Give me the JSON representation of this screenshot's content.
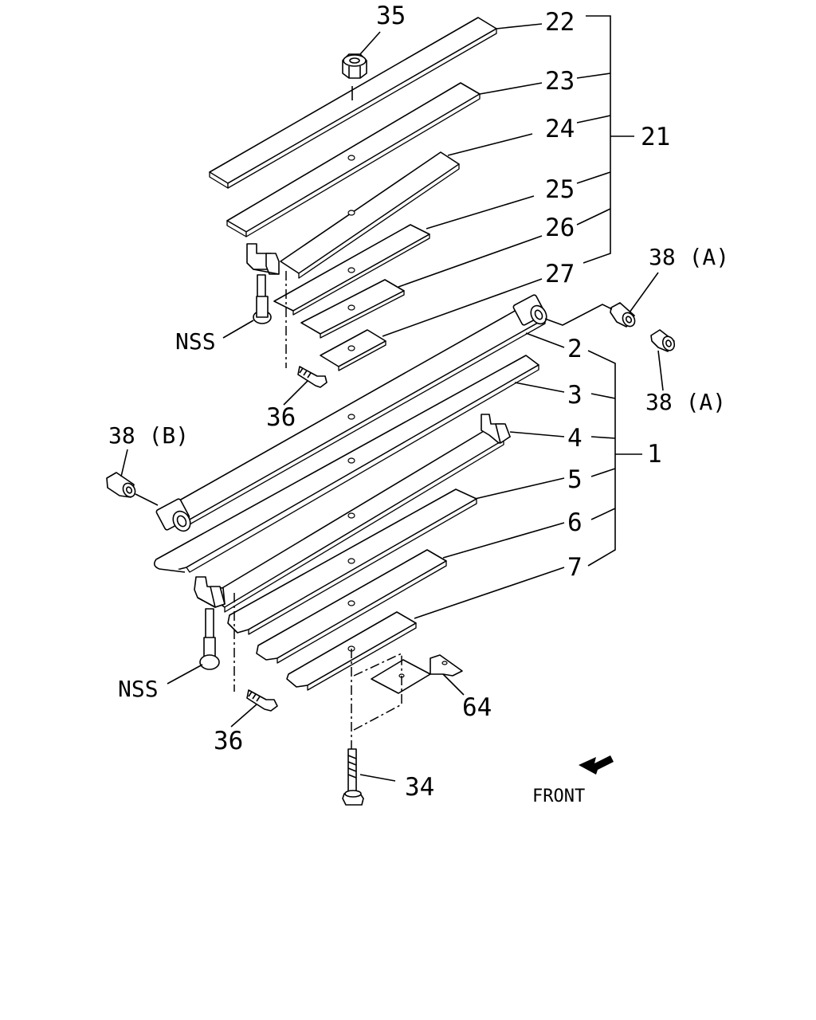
{
  "diagram": {
    "type": "exploded parts diagram",
    "callouts": {
      "c35": "35",
      "c22": "22",
      "c23": "23",
      "c24": "24",
      "c25": "25",
      "c26": "26",
      "c27": "27",
      "c21": "21",
      "c38a_top": "38 (A)",
      "c38a_bottom": "38 (A)",
      "c38b": "38 (B)",
      "nss_top": "NSS",
      "nss_bottom": "NSS",
      "c36_top": "36",
      "c36_bottom": "36",
      "c2": "2",
      "c3": "3",
      "c4": "4",
      "c5": "5",
      "c6": "6",
      "c7": "7",
      "c1": "1",
      "c64": "64",
      "c34": "34"
    },
    "direction_label": "FRONT"
  }
}
